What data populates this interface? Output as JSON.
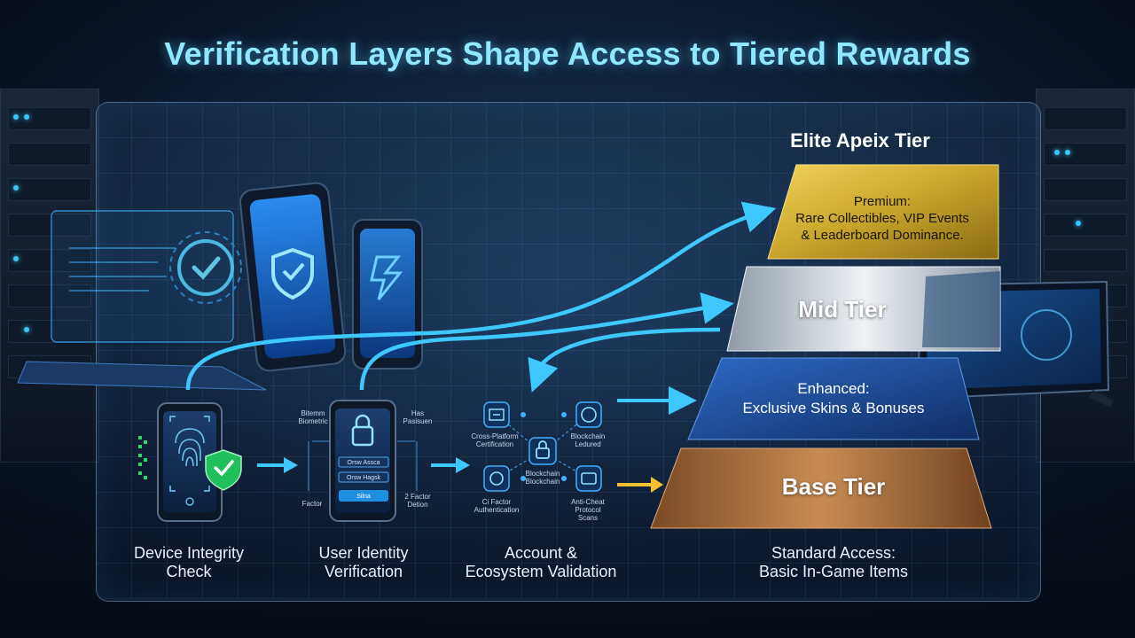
{
  "title": "Verification Layers Shape Access to Tiered Rewards",
  "stages": [
    {
      "line1": "Device Integrity",
      "line2": "Check"
    },
    {
      "line1": "User Identity",
      "line2": "Verification"
    },
    {
      "line1": "Account &",
      "line2": "Ecosystem Validation"
    }
  ],
  "identity_labels": {
    "top_left": [
      "Bitemm",
      "Biometric"
    ],
    "top_right": [
      "Has",
      "Pasisuen"
    ],
    "bottom_left": "Factor",
    "bottom_right": [
      "2 Factor",
      "Detion"
    ],
    "field1": "Orsw Assca",
    "field2": "Orsw Hagsk",
    "button": "Silna"
  },
  "ecosystem_labels": {
    "cross_platform": [
      "Cross-Platform",
      "Certification"
    ],
    "blockchain_ledger": [
      "Blockchain",
      "Ledured"
    ],
    "center": [
      "Blockchain",
      "Blockchain"
    ],
    "two_factor": [
      "Ci Factor",
      "Authentication"
    ],
    "anti_cheat": [
      "Anti-Cheat",
      "Protocol",
      "Scans"
    ]
  },
  "tiers": {
    "elite_heading": "Elite Apeix Tier",
    "premium": {
      "line1": "Premium:",
      "line2": "Rare Collectibles, VIP Events",
      "line3": "& Leaderboard Dominance."
    },
    "mid": "Mid Tier",
    "enhanced": {
      "line1": "Enhanced:",
      "line2": "Exclusive Skins & Bonuses"
    },
    "base": "Base Tier",
    "standard": {
      "line1": "Standard Access:",
      "line2": "Basic In-Game Items"
    }
  },
  "colors": {
    "accent": "#3fc8ff",
    "gold": "#c9a92a",
    "silver": "#c6cfd8",
    "blue": "#1f4f9a",
    "bronze": "#a9703e",
    "shield_green": "#1fbf5a",
    "yellow_arrow": "#f2c230"
  }
}
